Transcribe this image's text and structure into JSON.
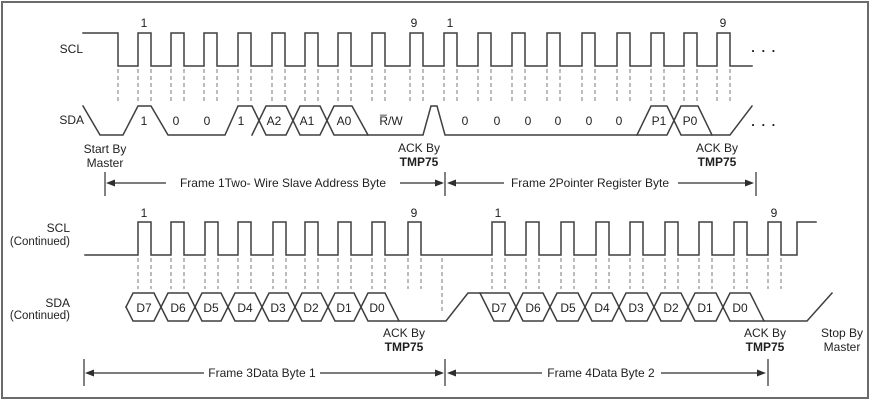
{
  "colors": {
    "background": "#ffffff",
    "signal_line": "#3f3f3f",
    "dashed_guide": "#8f8f8f",
    "text": "#1f1f1f",
    "border": "#6b6b6b"
  },
  "top": {
    "scl": {
      "label": "SCL"
    },
    "sda": {
      "label": "SDA"
    },
    "clock_numbers": {
      "f1_first": "1",
      "f1_last": "9",
      "f2_first": "1",
      "f2_last": "9"
    },
    "start_by": {
      "line1": "Start By",
      "line2": "Master"
    },
    "ellipsis_scl": ". . .",
    "ellipsis_sda": ". . .",
    "frame1": {
      "name": "Frame 1",
      "desc": "Two- Wire Slave Address Byte",
      "bits": [
        "1",
        "0",
        "0",
        "1",
        "A2",
        "A1",
        "A0",
        "R̅/W"
      ],
      "ack_line1": "ACK By",
      "ack_line2": "TMP75"
    },
    "frame2": {
      "name": "Frame 2",
      "desc": "Pointer Register Byte",
      "bits": [
        "0",
        "0",
        "0",
        "0",
        "0",
        "0",
        "P1",
        "P0"
      ],
      "ack_line1": "ACK By",
      "ack_line2": "TMP75"
    }
  },
  "bottom": {
    "scl": {
      "label": "SCL",
      "sublabel": "(Continued)"
    },
    "sda": {
      "label": "SDA",
      "sublabel": "(Continued)"
    },
    "clock_numbers": {
      "f3_first": "1",
      "f3_last": "9",
      "f4_first": "1",
      "f4_last": "9"
    },
    "stop_by": {
      "line1": "Stop By",
      "line2": "Master"
    },
    "frame3": {
      "name": "Frame 3",
      "desc": "Data Byte 1",
      "bits": [
        "D7",
        "D6",
        "D5",
        "D4",
        "D3",
        "D2",
        "D1",
        "D0"
      ],
      "ack_line1": "ACK By",
      "ack_line2": "TMP75"
    },
    "frame4": {
      "name": "Frame 4",
      "desc": "Data Byte 2",
      "bits": [
        "D7",
        "D6",
        "D5",
        "D4",
        "D3",
        "D2",
        "D1",
        "D0"
      ],
      "ack_line1": "ACK By",
      "ack_line2": "TMP75"
    }
  }
}
